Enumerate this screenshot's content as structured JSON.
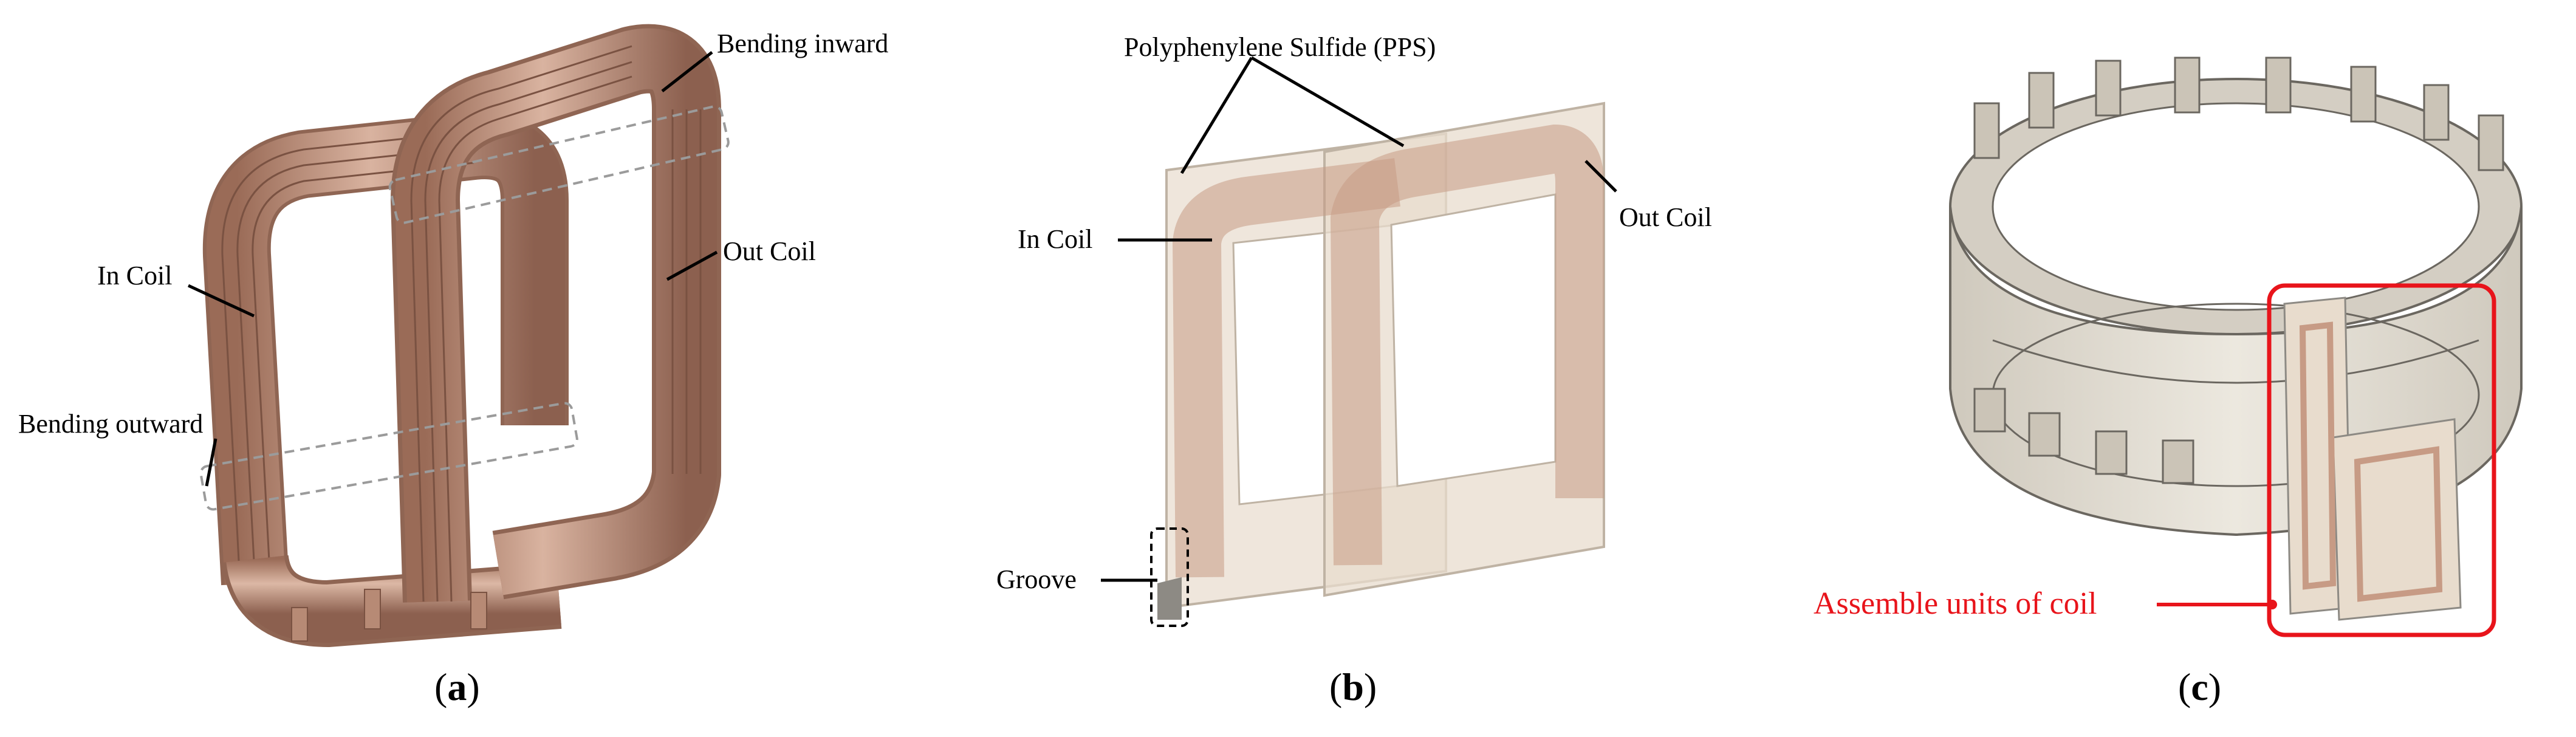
{
  "panels": [
    {
      "caption": "a",
      "labels": {
        "bending_inward": "Bending inward",
        "out_coil": "Out Coil",
        "in_coil": "In Coil",
        "bending_outward": "Bending outward"
      }
    },
    {
      "caption": "b",
      "labels": {
        "pps": "Polyphenylene Sulfide (PPS)",
        "in_coil": "In Coil",
        "out_coil": "Out Coil",
        "groove": "Groove"
      }
    },
    {
      "caption": "c",
      "labels": {
        "assemble": "Assemble units of coil"
      }
    }
  ],
  "colors": {
    "copper": "#c79b85",
    "copper_dark": "#8f6553",
    "pps": "#e8dccd",
    "housing": "#e6e1d7",
    "highlight": "#e8141b",
    "annotation": "#000000",
    "dashed": "#9b9b9b"
  }
}
